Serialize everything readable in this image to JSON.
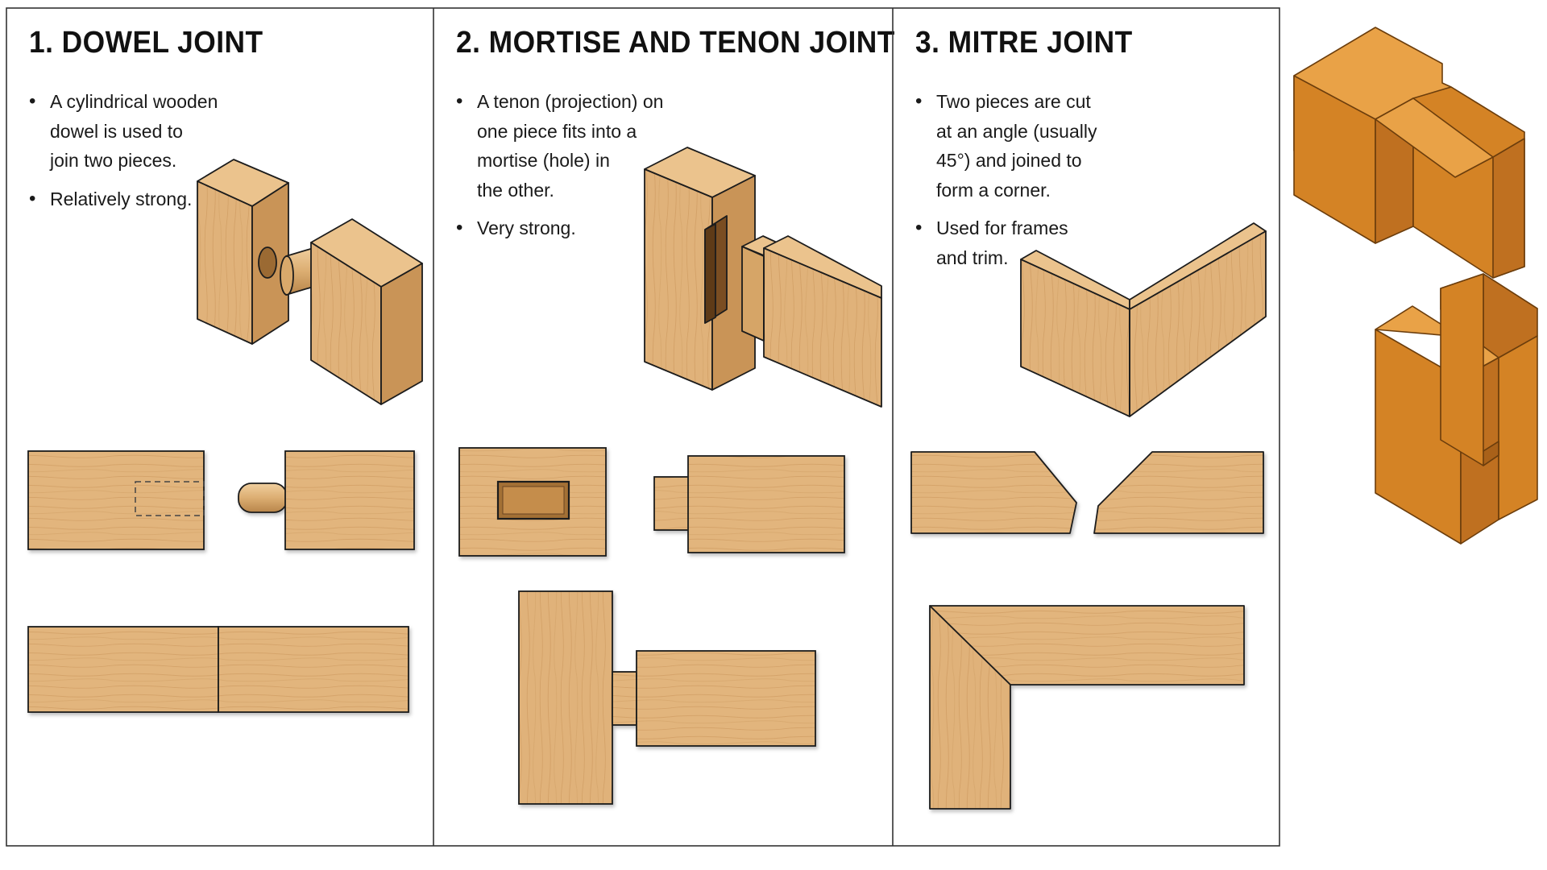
{
  "panels": [
    {
      "title": "1. DOWEL JOINT",
      "bullets": [
        "A cylindrical wooden\ndowel is used to\njoin two pieces.",
        "Relatively strong."
      ]
    },
    {
      "title": "2. MORTISE AND TENON JOINT",
      "bullets": [
        "A tenon (projection) on\none piece fits into a\nmortise (hole) in\nthe other.",
        "Very strong."
      ]
    },
    {
      "title": "3. MITRE JOINT",
      "bullets": [
        "Two pieces are cut\nat an angle (usually\n45°) and joined to\nform a corner.",
        "Used for frames\nand trim."
      ]
    }
  ],
  "colors": {
    "wood_light": "#e2b57d",
    "wood_mid": "#d3a164",
    "wood_dark": "#b88547",
    "orange_top": "#e9a247",
    "orange_left": "#d48325",
    "orange_right": "#bf7020",
    "outline": "#1c1c1c",
    "border": "#333333"
  }
}
